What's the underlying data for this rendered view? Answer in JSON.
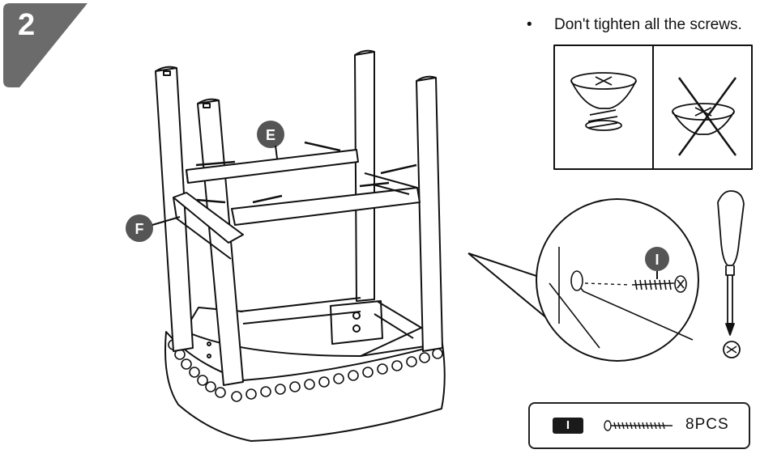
{
  "step": {
    "number": "2"
  },
  "note": {
    "bullet": "•",
    "text": "Don't tighten all the screws."
  },
  "callouts": {
    "part_e": "E",
    "part_f": "F",
    "screw_i": "I"
  },
  "parts_box": {
    "code": "I",
    "quantity": "8PCS"
  },
  "colors": {
    "badge": "#6b6b6b",
    "callout": "#555555",
    "line": "#111111"
  },
  "icons": [
    "screw-correct-icon",
    "screw-incorrect-icon",
    "screwdriver-icon",
    "screw-icon"
  ]
}
